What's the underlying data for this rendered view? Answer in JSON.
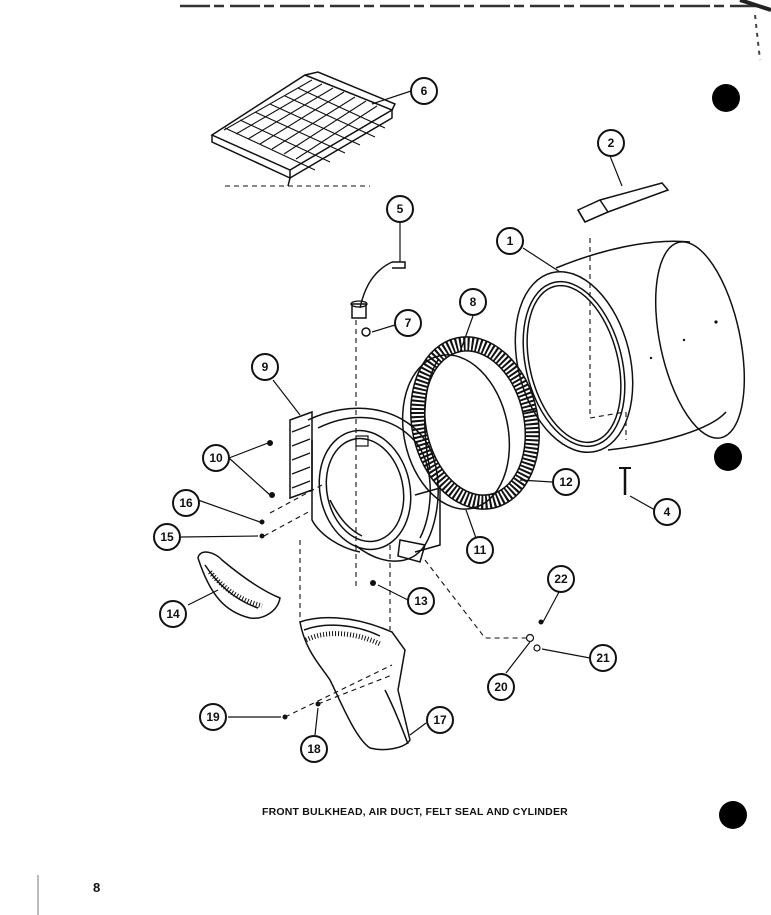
{
  "caption": "FRONT BULKHEAD, AIR DUCT, FELT SEAL AND CYLINDER",
  "page_number": "8",
  "callouts": [
    "1",
    "2",
    "4",
    "5",
    "6",
    "7",
    "8",
    "9",
    "10",
    "11",
    "12",
    "13",
    "14",
    "15",
    "16",
    "17",
    "18",
    "19",
    "20",
    "21",
    "22"
  ]
}
